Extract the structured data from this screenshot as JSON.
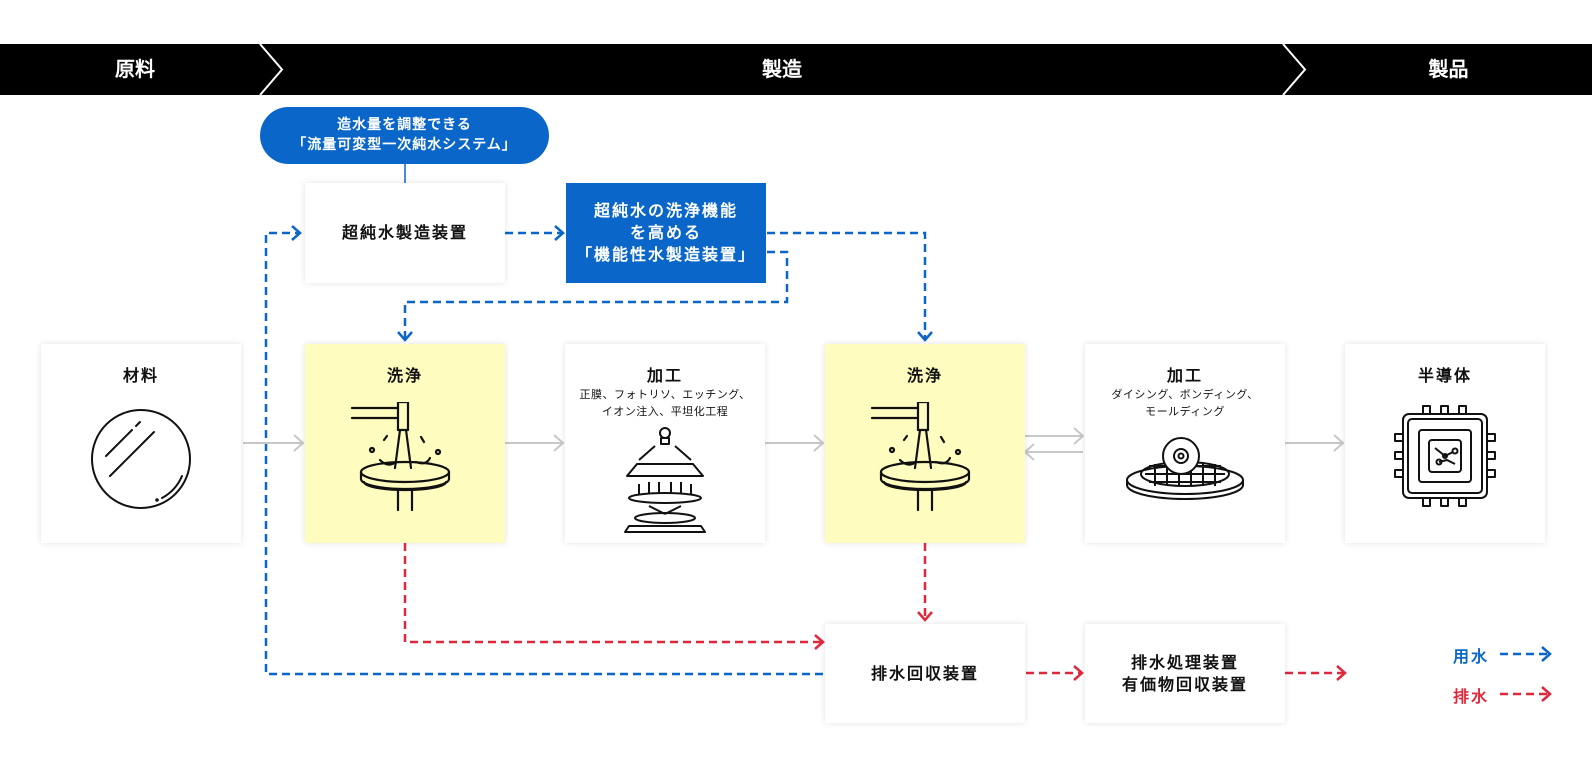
{
  "banner": {
    "stages": [
      {
        "label": "原料"
      },
      {
        "label": "製造"
      },
      {
        "label": "製品"
      }
    ]
  },
  "callout": {
    "line1": "造水量を調整できる",
    "line2": "「流量可変型一次純水システム」"
  },
  "upper_row": {
    "ultrapure_unit": {
      "label": "超純水製造装置"
    },
    "functional_unit": {
      "line1": "超純水の洗浄機能",
      "line2": "を高める",
      "line3": "「機能性水製造装置」"
    }
  },
  "process_row": [
    {
      "title": "材料",
      "subtitle": [],
      "icon": "wafer-icon"
    },
    {
      "title": "洗浄",
      "subtitle": [],
      "icon": "wafer-cleaning-icon",
      "highlight": true
    },
    {
      "title": "加工",
      "subtitle": [
        "正膜、フォトリソ、エッチング、",
        "イオン注入、平坦化工程"
      ],
      "icon": "lithography-icon"
    },
    {
      "title": "洗浄",
      "subtitle": [],
      "icon": "wafer-cleaning-icon",
      "highlight": true
    },
    {
      "title": "加工",
      "subtitle": [
        "ダイシング、ボンディング、",
        "モールディング"
      ],
      "icon": "dicing-icon"
    },
    {
      "title": "半導体",
      "subtitle": [],
      "icon": "chip-icon"
    }
  ],
  "lower_row": {
    "recovery_unit": {
      "label": "排水回収装置"
    },
    "treatment_unit": {
      "line1": "排水処理装置",
      "line2": "有価物回収装置"
    }
  },
  "legend": {
    "supply": {
      "label": "用水",
      "color": "#0a66c8"
    },
    "drain": {
      "label": "排水",
      "color": "#e0283c"
    }
  },
  "colors": {
    "supply_blue": "#0a66c8",
    "drain_red": "#e0283c",
    "process_arrow_gray": "#c8c8c8",
    "highlight_yellow": "#fffcc0"
  }
}
